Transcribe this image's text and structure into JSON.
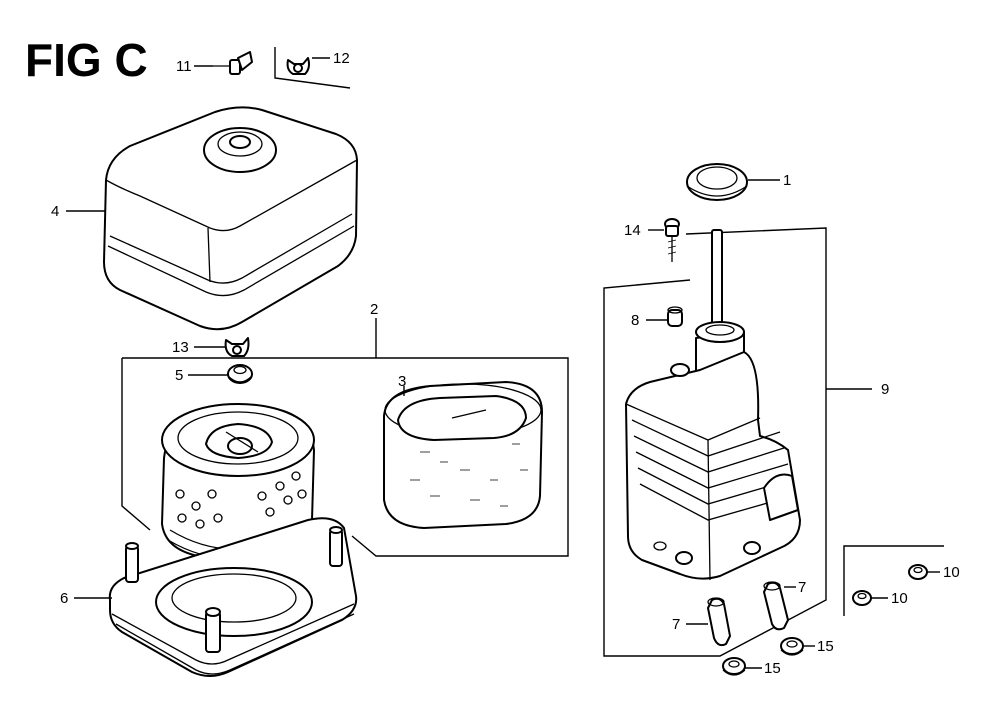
{
  "figure": {
    "title": "FIG C"
  },
  "callouts": {
    "c1": "1",
    "c2": "2",
    "c3": "3",
    "c4": "4",
    "c5": "5",
    "c6": "6",
    "c7a": "7",
    "c7b": "7",
    "c8": "8",
    "c9": "9",
    "c10a": "10",
    "c10b": "10",
    "c11": "11",
    "c12": "12",
    "c13": "13",
    "c14": "14",
    "c15a": "15",
    "c15b": "15"
  },
  "parts": [
    {
      "ref": "1",
      "icon": "seal-ring-icon"
    },
    {
      "ref": "2",
      "icon": "filter-element-assembly-icon"
    },
    {
      "ref": "3",
      "icon": "foam-filter-icon"
    },
    {
      "ref": "4",
      "icon": "air-cleaner-cover-icon"
    },
    {
      "ref": "5",
      "icon": "grommet-icon"
    },
    {
      "ref": "6",
      "icon": "air-cleaner-base-icon"
    },
    {
      "ref": "7",
      "icon": "collar-icon"
    },
    {
      "ref": "8",
      "icon": "collar-icon"
    },
    {
      "ref": "9",
      "icon": "air-cleaner-elbow-icon"
    },
    {
      "ref": "10",
      "icon": "nut-icon"
    },
    {
      "ref": "11",
      "icon": "bolt-icon"
    },
    {
      "ref": "12",
      "icon": "wing-nut-icon"
    },
    {
      "ref": "13",
      "icon": "wing-nut-icon"
    },
    {
      "ref": "14",
      "icon": "bolt-icon"
    },
    {
      "ref": "15",
      "icon": "flange-nut-icon"
    }
  ]
}
